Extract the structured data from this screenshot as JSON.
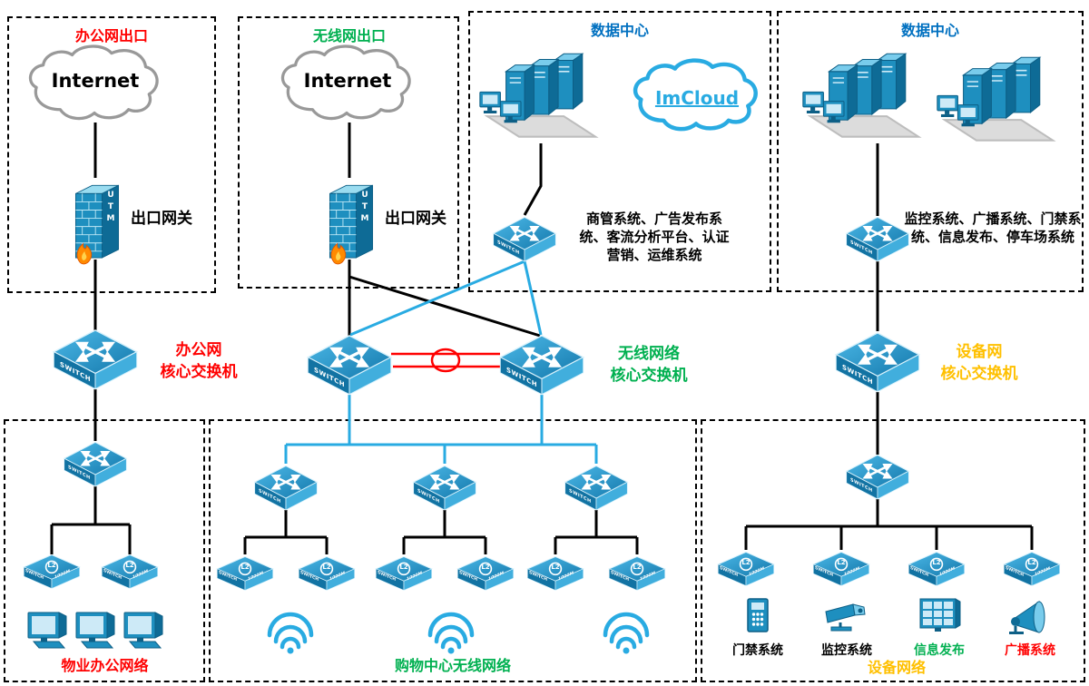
{
  "titles": {
    "office_exit": "办公网出口",
    "wireless_exit": "无线网出口",
    "datacenter_left": "数据中心",
    "datacenter_right": "数据中心"
  },
  "clouds": {
    "internet_office": "Internet",
    "internet_wireless": "Internet",
    "imcloud": "ImCloud"
  },
  "gateways": {
    "office_gateway_label": "出口网关",
    "wireless_gateway_label": "出口网关"
  },
  "cores": {
    "office_core_label": "办公网\n核心交换机",
    "wireless_core_label": "无线网络\n核心交换机",
    "device_core_label": "设备网\n核心交换机"
  },
  "system_lists": {
    "datacenter_left": "商管系统、广告发布系统、客流分析平台、认证营销、运维系统",
    "datacenter_right": "监控系统、广播系统、门禁系统、信息发布、停车场系统"
  },
  "network_labels": {
    "property_office": "物业办公网络",
    "mall_wireless": "购物中心无线网络",
    "device_network": "设备网络"
  },
  "device_labels": {
    "access_control": "门禁系统",
    "cctv": "监控系统",
    "info_publish": "信息发布",
    "broadcast": "广播系统"
  },
  "icon_text": {
    "switch": "SWITCH",
    "l2": "L2",
    "speed": "1000M",
    "utm": "UTM"
  },
  "colors": {
    "red": "#ff0000",
    "green": "#00b050",
    "blue": "#0070c0",
    "cyan": "#29abe2",
    "yellow": "#ffc000",
    "device_blue": "#1e8fbf"
  }
}
